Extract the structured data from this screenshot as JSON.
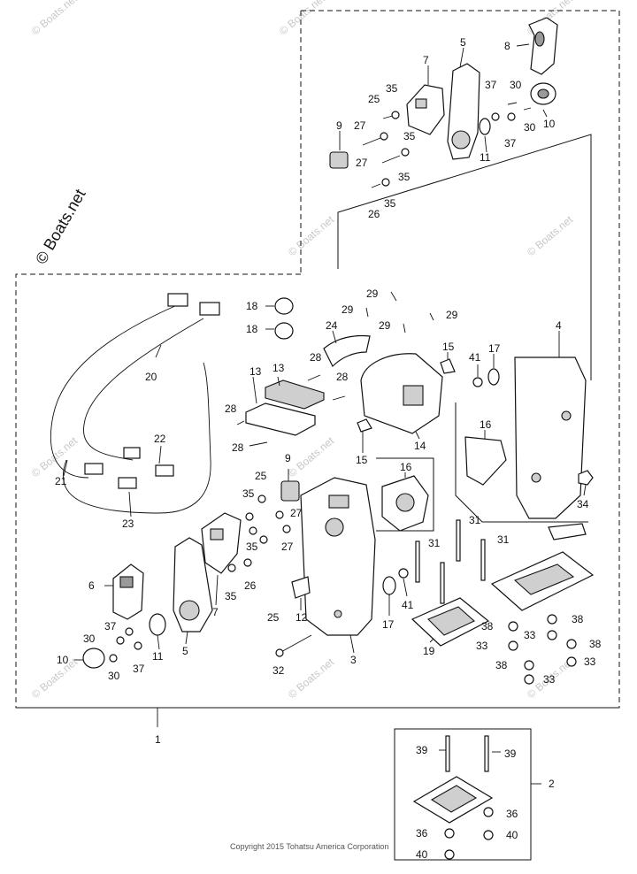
{
  "brand": "© Boats.net",
  "watermark": "© Boats.net",
  "copyright": "Copyright 2015 Tohatsu America Corporation",
  "parts": {
    "p1": "1",
    "p2": "2",
    "p3": "3",
    "p4": "4",
    "p5a": "5",
    "p5b": "5",
    "p6": "6",
    "p7a": "7",
    "p7b": "7",
    "p8": "8",
    "p9a": "9",
    "p9b": "9",
    "p10a": "10",
    "p10b": "10",
    "p11a": "11",
    "p11b": "11",
    "p12": "12",
    "p13a": "13",
    "p13b": "13",
    "p14": "14",
    "p15a": "15",
    "p15b": "15",
    "p16a": "16",
    "p16b": "16",
    "p17a": "17",
    "p17b": "17",
    "p18a": "18",
    "p18b": "18",
    "p19": "19",
    "p20": "20",
    "p21": "21",
    "p22": "22",
    "p23": "23",
    "p24": "24",
    "p25a": "25",
    "p25b": "25",
    "p25c": "25",
    "p26a": "26",
    "p26b": "26",
    "p27a": "27",
    "p27b": "27",
    "p27c": "27",
    "p27d": "27",
    "p28a": "28",
    "p28b": "28",
    "p28c": "28",
    "p28d": "28",
    "p29a": "29",
    "p29b": "29",
    "p29c": "29",
    "p29d": "29",
    "p30a": "30",
    "p30b": "30",
    "p30c": "30",
    "p30d": "30",
    "p31a": "31",
    "p31b": "31",
    "p31c": "31",
    "p32": "32",
    "p33a": "33",
    "p33b": "33",
    "p33c": "33",
    "p33d": "33",
    "p34": "34",
    "p35a": "35",
    "p35b": "35",
    "p35c": "35",
    "p35d": "35",
    "p35e": "35",
    "p35f": "35",
    "p35g": "35",
    "p36a": "36",
    "p36b": "36",
    "p37a": "37",
    "p37b": "37",
    "p37c": "37",
    "p37d": "37",
    "p38a": "38",
    "p38b": "38",
    "p38c": "38",
    "p38d": "38",
    "p38e": "38",
    "p39a": "39",
    "p39b": "39",
    "p40a": "40",
    "p40b": "40",
    "p41a": "41",
    "p41b": "41"
  }
}
